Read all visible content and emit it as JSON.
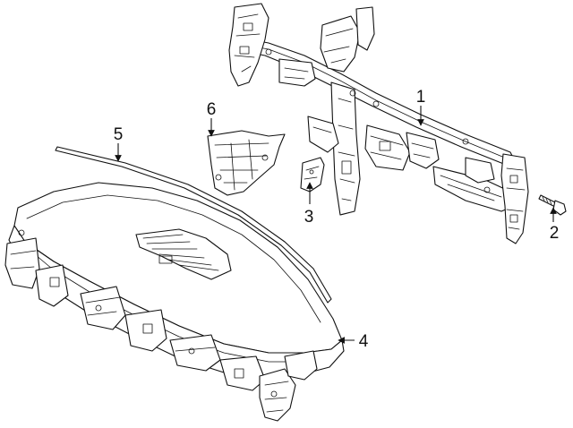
{
  "diagram": {
    "callouts": [
      {
        "id": "1",
        "label": "1"
      },
      {
        "id": "2",
        "label": "2"
      },
      {
        "id": "3",
        "label": "3"
      },
      {
        "id": "4",
        "label": "4"
      },
      {
        "id": "5",
        "label": "5"
      },
      {
        "id": "6",
        "label": "6"
      }
    ]
  },
  "colors": {
    "line": "#111111",
    "background": "#ffffff"
  }
}
